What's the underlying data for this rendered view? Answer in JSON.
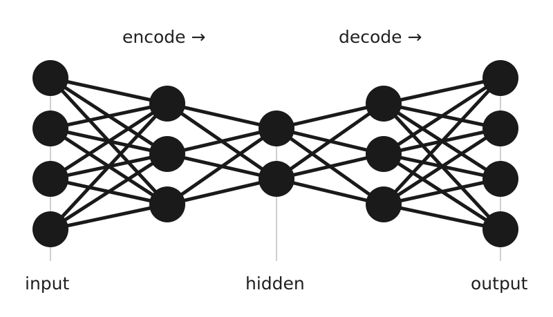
{
  "labels": {
    "encode": "encode →",
    "decode": "decode →",
    "input": "input",
    "hidden": "hidden",
    "output": "output"
  },
  "layers": [
    {
      "name": "input",
      "nodes": 4
    },
    {
      "name": "encode",
      "nodes": 3
    },
    {
      "name": "hidden",
      "nodes": 2
    },
    {
      "name": "decode",
      "nodes": 3
    },
    {
      "name": "output",
      "nodes": 4
    }
  ],
  "colors": {
    "node": "#1a1a1a",
    "edge": "#1a1a1a",
    "guide": "#cfcfcf",
    "text": "#1f1f1f"
  }
}
